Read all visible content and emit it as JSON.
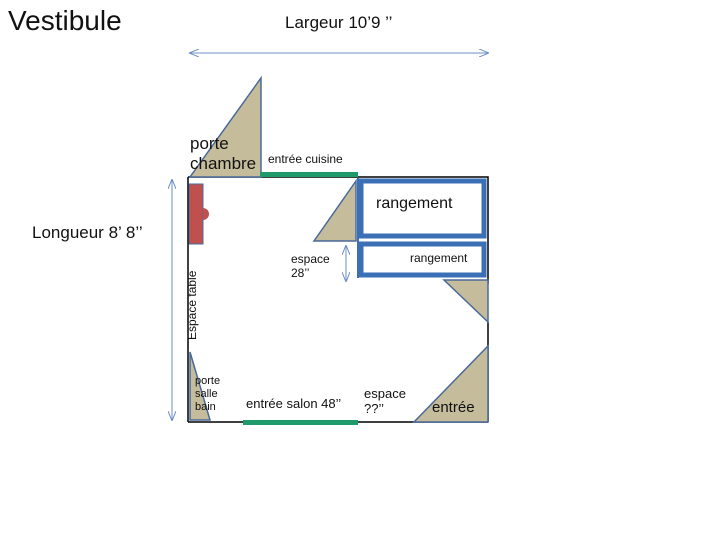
{
  "title": "Vestibule",
  "dimensions": {
    "width_label": "Largeur 10’9 ’’",
    "length_label": "Longueur 8’ 8’’"
  },
  "labels": {
    "porte_chambre": [
      "porte",
      "chambre"
    ],
    "entree_cuisine": "entrée cuisine",
    "rangement_upper": "rangement",
    "rangement_lower": "rangement",
    "espace_28": [
      "espace",
      "28’’"
    ],
    "espace_table": "Espace table",
    "porte_salle_bain": [
      "porte",
      "salle",
      "bain"
    ],
    "entree_salon": "entrée salon 48’’",
    "espace_unknown": [
      "espace",
      "??’’"
    ],
    "entree": "entrée"
  },
  "colors": {
    "wall": "#000000",
    "door_fill": "#c4bc9b",
    "door_stroke": "#4a6a9a",
    "opening": "#1f9a6a",
    "storage": "#3b6fb6",
    "table": "#c0504d",
    "arrow": "#6d8fc4"
  }
}
